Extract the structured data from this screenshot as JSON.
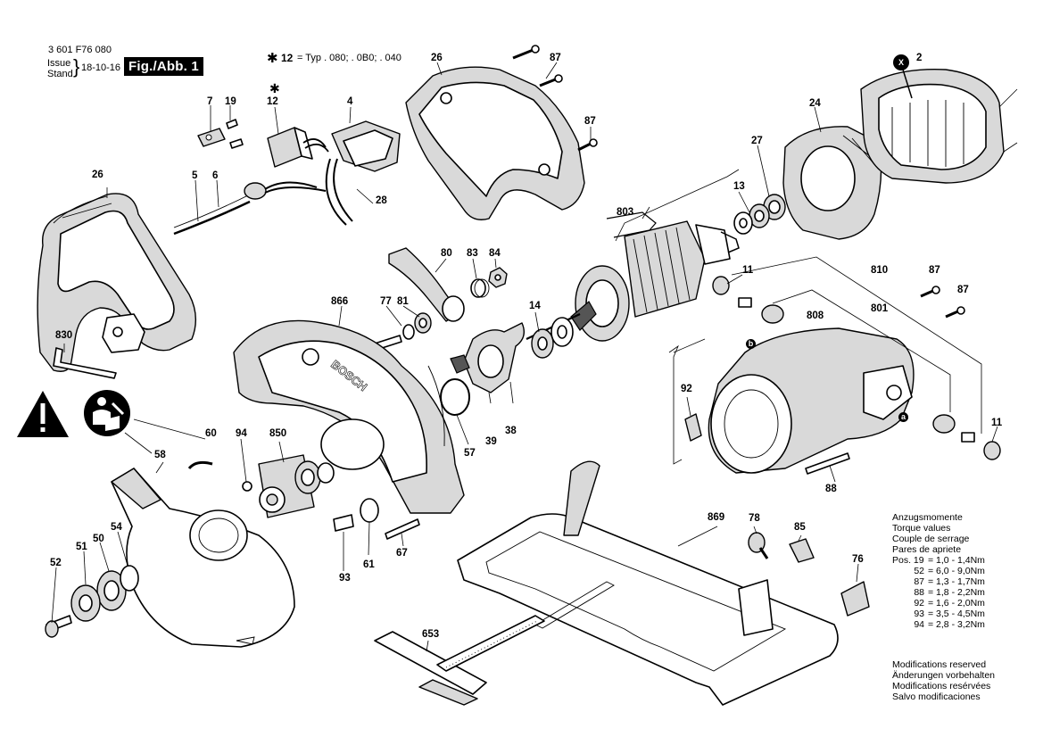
{
  "header": {
    "part_number": "3 601 F76 080",
    "issue_label_1": "Issue",
    "issue_label_2": "Stand",
    "date": "18-10-16",
    "figure_label": "Fig./Abb. 1",
    "typ_note_star": "✱",
    "typ_note_number": "12",
    "typ_note_text": "= Typ . 080; . 0B0; . 040"
  },
  "labels": {
    "l2": "2",
    "lx": "X",
    "l4": "4",
    "l5": "5",
    "l6": "6",
    "l7": "7",
    "l11a": "11",
    "l11b": "11",
    "l12": "12",
    "l12star": "✱",
    "l13": "13",
    "l14": "14",
    "l19": "19",
    "l24": "24",
    "l26a": "26",
    "l26b": "26",
    "l27": "27",
    "l28": "28",
    "l38": "38",
    "l39": "39",
    "l50": "50",
    "l51": "51",
    "l52": "52",
    "l54": "54",
    "l57": "57",
    "l58": "58",
    "l60": "60",
    "l61": "61",
    "l67": "67",
    "l76": "76",
    "l77": "77",
    "l78": "78",
    "l80": "80",
    "l81": "81",
    "l83": "83",
    "l84": "84",
    "l85": "85",
    "l87a": "87",
    "l87b": "87",
    "l87c": "87",
    "l87d": "87",
    "l88": "88",
    "l92": "92",
    "l93": "93",
    "l94": "94",
    "l653": "653",
    "l801": "801",
    "l803": "803",
    "l808": "808",
    "l810": "810",
    "l830": "830",
    "l850": "850",
    "l866": "866",
    "l869": "869",
    "la": "a",
    "lb": "b"
  },
  "torque_table": {
    "title_lines": [
      "Anzugsmomente",
      "Torque values",
      "Couple de serrage",
      "Pares de apriete"
    ],
    "rows": [
      {
        "key": "Pos. 19",
        "value": "= 1,0 - 1,4Nm"
      },
      {
        "key": "52",
        "value": "= 6,0 - 9,0Nm"
      },
      {
        "key": "87",
        "value": "= 1,3 - 1,7Nm"
      },
      {
        "key": "88",
        "value": "= 1,8 - 2,2Nm"
      },
      {
        "key": "92",
        "value": "= 1,6 - 2,0Nm"
      },
      {
        "key": "93",
        "value": "= 3,5 - 4,5Nm"
      },
      {
        "key": "94",
        "value": "= 2,8 - 3,2Nm"
      }
    ]
  },
  "modifications": [
    "Modifications reserved",
    "Änderungen vorbehalten",
    "Modifications resérvées",
    "Salvo modificaciones"
  ],
  "guard_text": "BOSCH",
  "colors": {
    "warning_fill": "#000000",
    "line": "#000000",
    "part_shade": "#d9d9d9"
  },
  "icons": [
    "warning-triangle-icon",
    "read-manual-icon"
  ]
}
